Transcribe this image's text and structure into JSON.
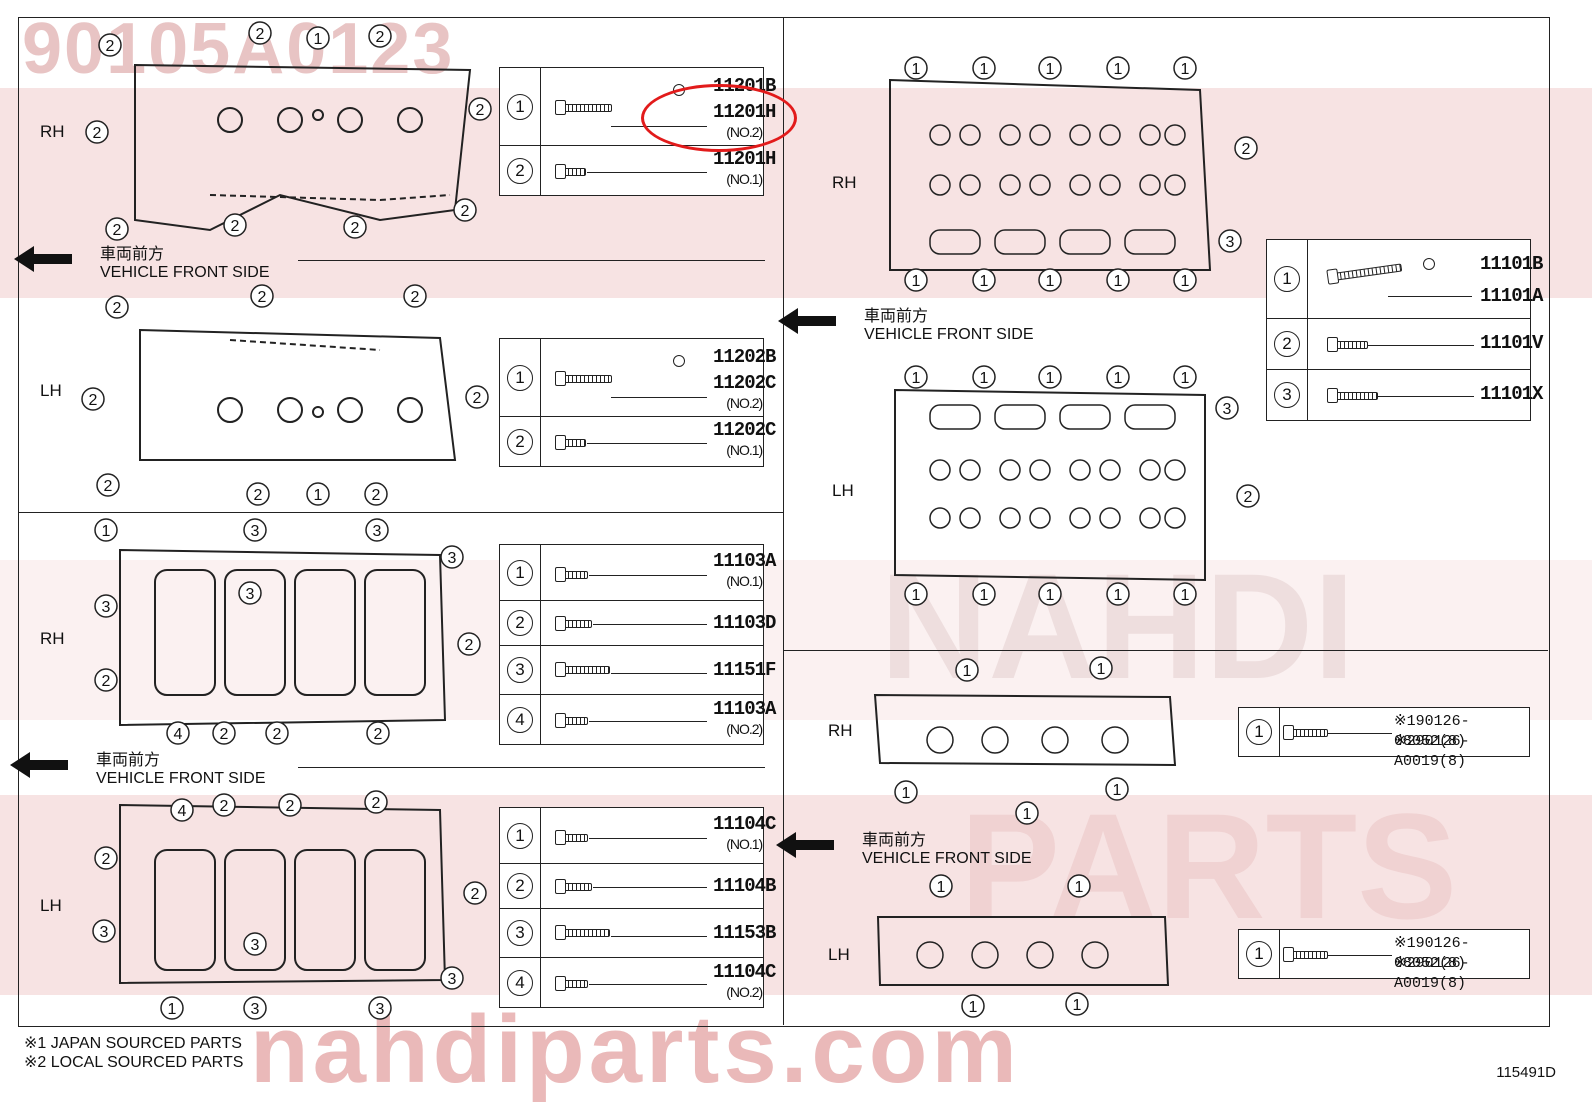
{
  "watermark": {
    "part_number": "90105A0123",
    "site": "nahdiparts.com",
    "brand_line1": "NAHDI",
    "brand_line2": "PARTS"
  },
  "arrow_label_jp": "車両前方",
  "arrow_label_en": "VEHICLE FRONT SIDE",
  "side_rh": "RH",
  "side_lh": "LH",
  "tables": {
    "cover_rh": [
      {
        "n": "1",
        "part": "11201B",
        "part2": "11201H",
        "sub": "(NO.2)"
      },
      {
        "n": "2",
        "part": "11201H",
        "sub": "(NO.1)"
      }
    ],
    "cover_lh": [
      {
        "n": "1",
        "part": "11202B",
        "part2": "11202C",
        "sub": "(NO.2)"
      },
      {
        "n": "2",
        "part": "11202C",
        "sub": "(NO.1)"
      }
    ],
    "block_rh": [
      {
        "n": "1",
        "part": "11103A",
        "sub": "(NO.1)"
      },
      {
        "n": "2",
        "part": "11103D"
      },
      {
        "n": "3",
        "part": "11151F"
      },
      {
        "n": "4",
        "part": "11103A",
        "sub": "(NO.2)"
      }
    ],
    "block_lh": [
      {
        "n": "1",
        "part": "11104C",
        "sub": "(NO.1)"
      },
      {
        "n": "2",
        "part": "11104B"
      },
      {
        "n": "3",
        "part": "11153B"
      },
      {
        "n": "4",
        "part": "11104C",
        "sub": "(NO.2)"
      }
    ],
    "head": [
      {
        "n": "1",
        "part": "11101B",
        "part2": "11101A"
      },
      {
        "n": "2",
        "part": "11101V"
      },
      {
        "n": "3",
        "part": "11101X"
      }
    ],
    "stud_rh": {
      "n": "1",
      "line1": "※190126-08052(8)",
      "line2": "※290126-A0019(8)"
    },
    "stud_lh": {
      "n": "1",
      "line1": "※190126-08052(8)",
      "line2": "※290126-A0019(8)"
    }
  },
  "notes": [
    "※1 JAPAN SOURCED PARTS",
    "※2 LOCAL SOURCED PARTS"
  ],
  "diagram_code": "115491D",
  "colors": {
    "highlight": "#e21b1b",
    "line": "#222222",
    "watermark": "#e8c4c4"
  }
}
